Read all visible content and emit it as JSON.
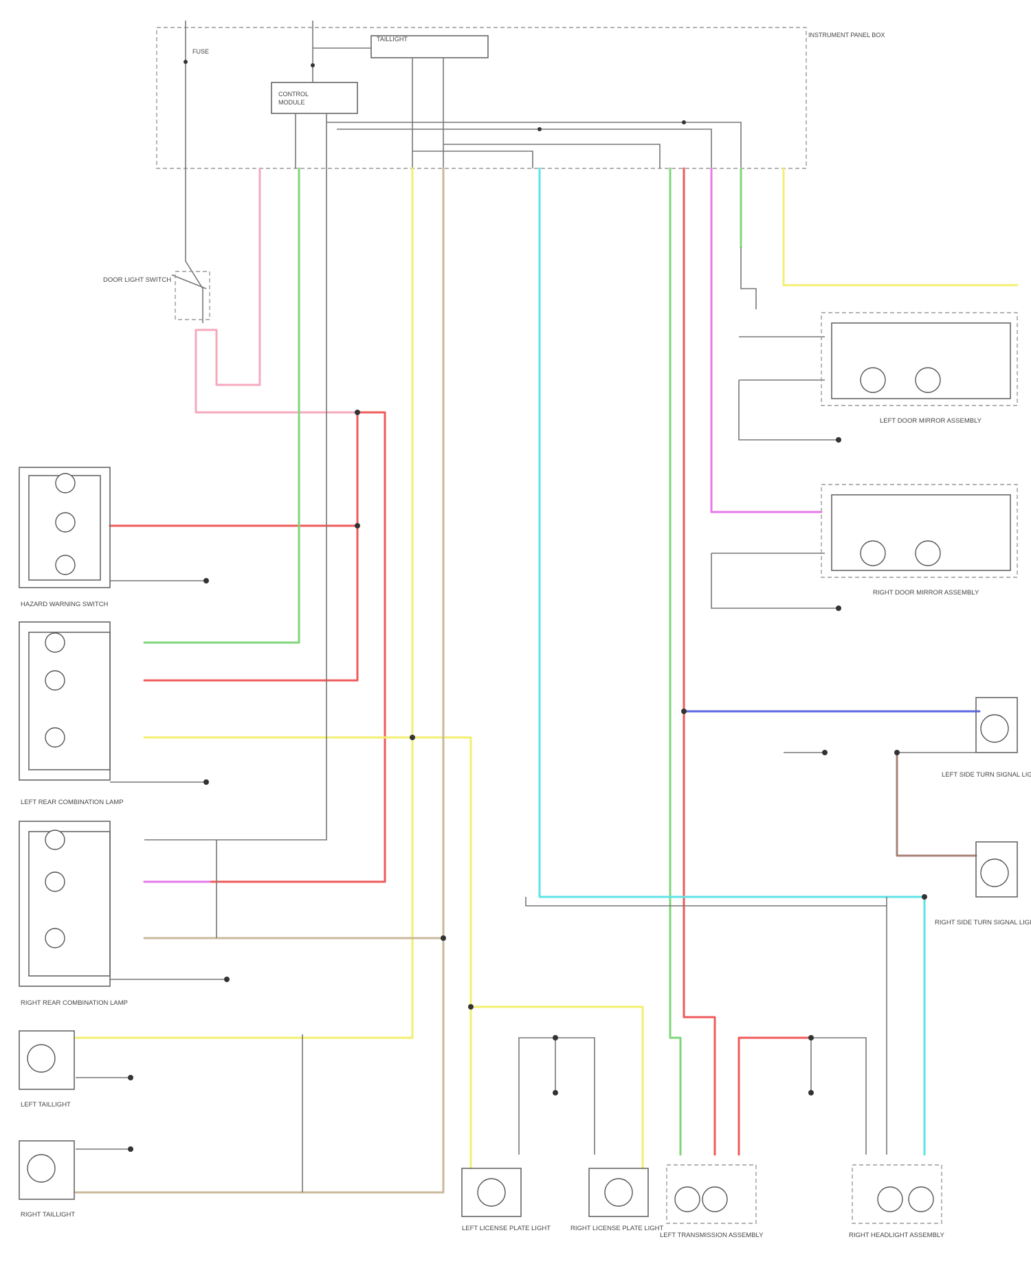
{
  "diagram": {
    "footer_code": "",
    "module_code_texts": [
      "TAILLIGHT",
      "CONTROL",
      "MODULE",
      "FUSE"
    ],
    "component_labels": [
      "HAZARD WARNING SWITCH",
      "LEFT REAR COMBINATION LAMP",
      "RIGHT REAR COMBINATION LAMP",
      "LEFT TAILLIGHT",
      "RIGHT TAILLIGHT",
      "LEFT LICENSE PLATE LIGHT",
      "RIGHT LICENSE PLATE LIGHT",
      "LEFT TRANSMISSION ASSEMBLY",
      "RIGHT HEADLIGHT ASSEMBLY",
      "LEFT DOOR MIRROR ASSEMBLY",
      "RIGHT DOOR MIRROR ASSEMBLY",
      "LEFT SIDE TURN SIGNAL LIGHT",
      "RIGHT SIDE TURN SIGNAL LIGHT",
      "DOOR LIGHT SWITCH",
      "INSTRUMENT PANEL BOX"
    ],
    "wire_colors": {
      "pink": "#f6a9bd",
      "red": "#ef5a5a",
      "green": "#7fd67a",
      "yellow": "#f3ef6f",
      "tan": "#c9b99a",
      "cyan": "#5ee3e6",
      "magenta": "#e57ae8",
      "blue": "#5b66e6",
      "brown": "#a78276",
      "gray": "#9a9a9a"
    }
  }
}
